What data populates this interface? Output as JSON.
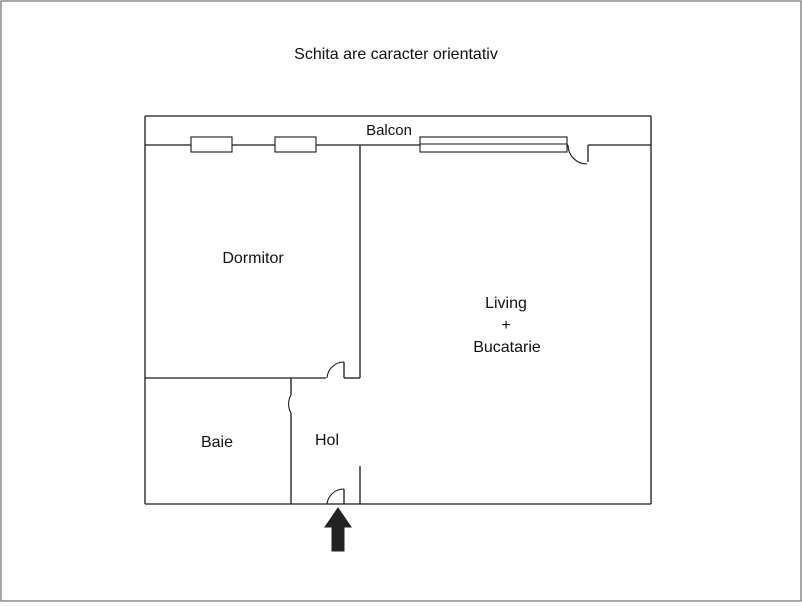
{
  "title": "Schita are caracter orientativ",
  "rooms": {
    "balcony": "Balcon",
    "bedroom": "Dormitor",
    "living_line1": "Living",
    "living_line2": "+",
    "living_line3": "Bucatarie",
    "bathroom": "Baie",
    "hall": "Hol"
  },
  "colors": {
    "line": "#1a1a1a",
    "arrow": "#222222",
    "background": "#ffffff"
  },
  "icons": {
    "entrance": "entrance-arrow-icon"
  }
}
